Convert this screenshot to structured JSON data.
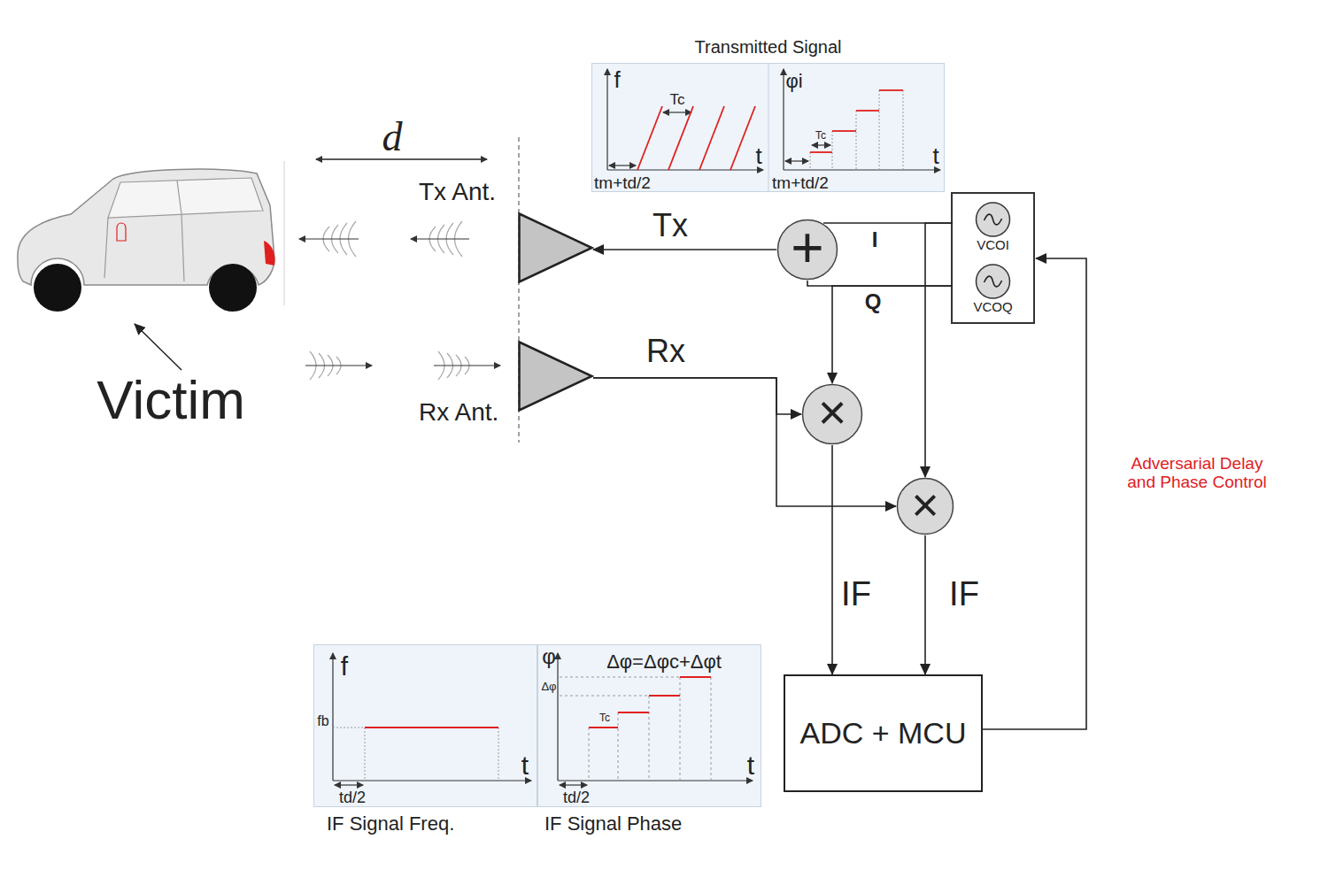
{
  "diagram": {
    "nodes": [
      {
        "text": [
          "Transmitted Signal"
        ]
      },
      {
        "text": [
          "Tx Ant."
        ]
      },
      {
        "text": [
          "+"
        ]
      },
      {
        "text": [
          "VCOI"
        ]
      },
      {
        "text": [
          "VCOQ"
        ]
      },
      {
        "text": [
          "Rx Ant."
        ]
      },
      {
        "text": [
          "×"
        ]
      },
      {
        "text": [
          "×"
        ]
      },
      {
        "text": [
          "IF Signal Freq."
        ]
      },
      {
        "text": [
          "IF Signal Phase"
        ]
      },
      {
        "text": [
          "ADC + MCU"
        ]
      }
    ],
    "edges": [
      {
        "from": 2,
        "to": 1,
        "arrow": "to",
        "label": "Tx"
      },
      {
        "from": 3,
        "to": 2,
        "arrow": "none",
        "label": "I"
      },
      {
        "from": 3,
        "to": 7,
        "arrow": "to"
      },
      {
        "from": 4,
        "to": 2,
        "arrow": "none",
        "label": "Q"
      },
      {
        "from": 4,
        "to": 6,
        "arrow": "to"
      },
      {
        "from": 5,
        "to": 6,
        "arrow": "to",
        "label": "Rx"
      },
      {
        "from": 5,
        "to": 7,
        "arrow": "to"
      },
      {
        "from": 6,
        "to": 10,
        "arrow": "to",
        "label": "IF"
      },
      {
        "from": 7,
        "to": 10,
        "arrow": "to",
        "label": "IF"
      }
    ],
    "labels": [
      "d",
      "Victim",
      "tm+td/2",
      "f",
      "t",
      "Tc",
      "φi",
      "tm+td/2",
      "Tc",
      "t",
      "Adversarial Delay and Phase Control",
      "f",
      "fb",
      "t",
      "td/2",
      "φ",
      "Δφ=Δφc+Δφt",
      "Δφ",
      "Tc",
      "t",
      "td/2"
    ]
  }
}
